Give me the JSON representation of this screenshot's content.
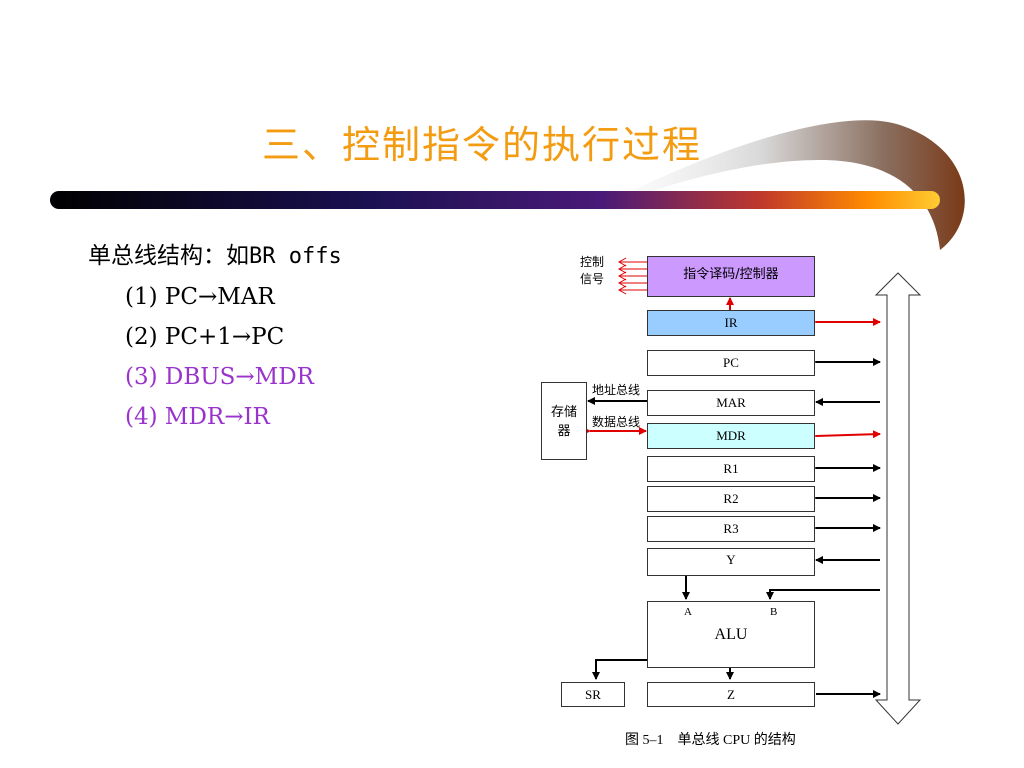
{
  "title": "三、控制指令的执行过程",
  "body": {
    "heading_prefix": "单总线结构：如",
    "heading_code": "BR offs",
    "steps": [
      "(1) PC→MAR",
      "(2) PC+1→PC",
      "(3) DBUS→MDR",
      "(4) MDR→IR"
    ]
  },
  "diagram": {
    "control_signal": [
      "控制",
      "信号"
    ],
    "decoder": "指令译码/控制器",
    "memory": [
      "存储",
      "器"
    ],
    "address_bus": "地址总线",
    "data_bus": "数据总线",
    "registers": {
      "ir": "IR",
      "pc": "PC",
      "mar": "MAR",
      "mdr": "MDR",
      "r1": "R1",
      "r2": "R2",
      "r3": "R3",
      "y": "Y",
      "alu": "ALU",
      "alu_a": "A",
      "alu_b": "B",
      "sr": "SR",
      "z": "Z"
    },
    "caption": "图 5–1　单总线 CPU 的结构"
  },
  "colors": {
    "title": "#f39c12",
    "highlight_steps": "#9933cc",
    "decoder_fill": "#cc99ff",
    "ir_fill": "#99ccff",
    "mdr_fill": "#ccffff",
    "active_arrow": "#e00000"
  }
}
